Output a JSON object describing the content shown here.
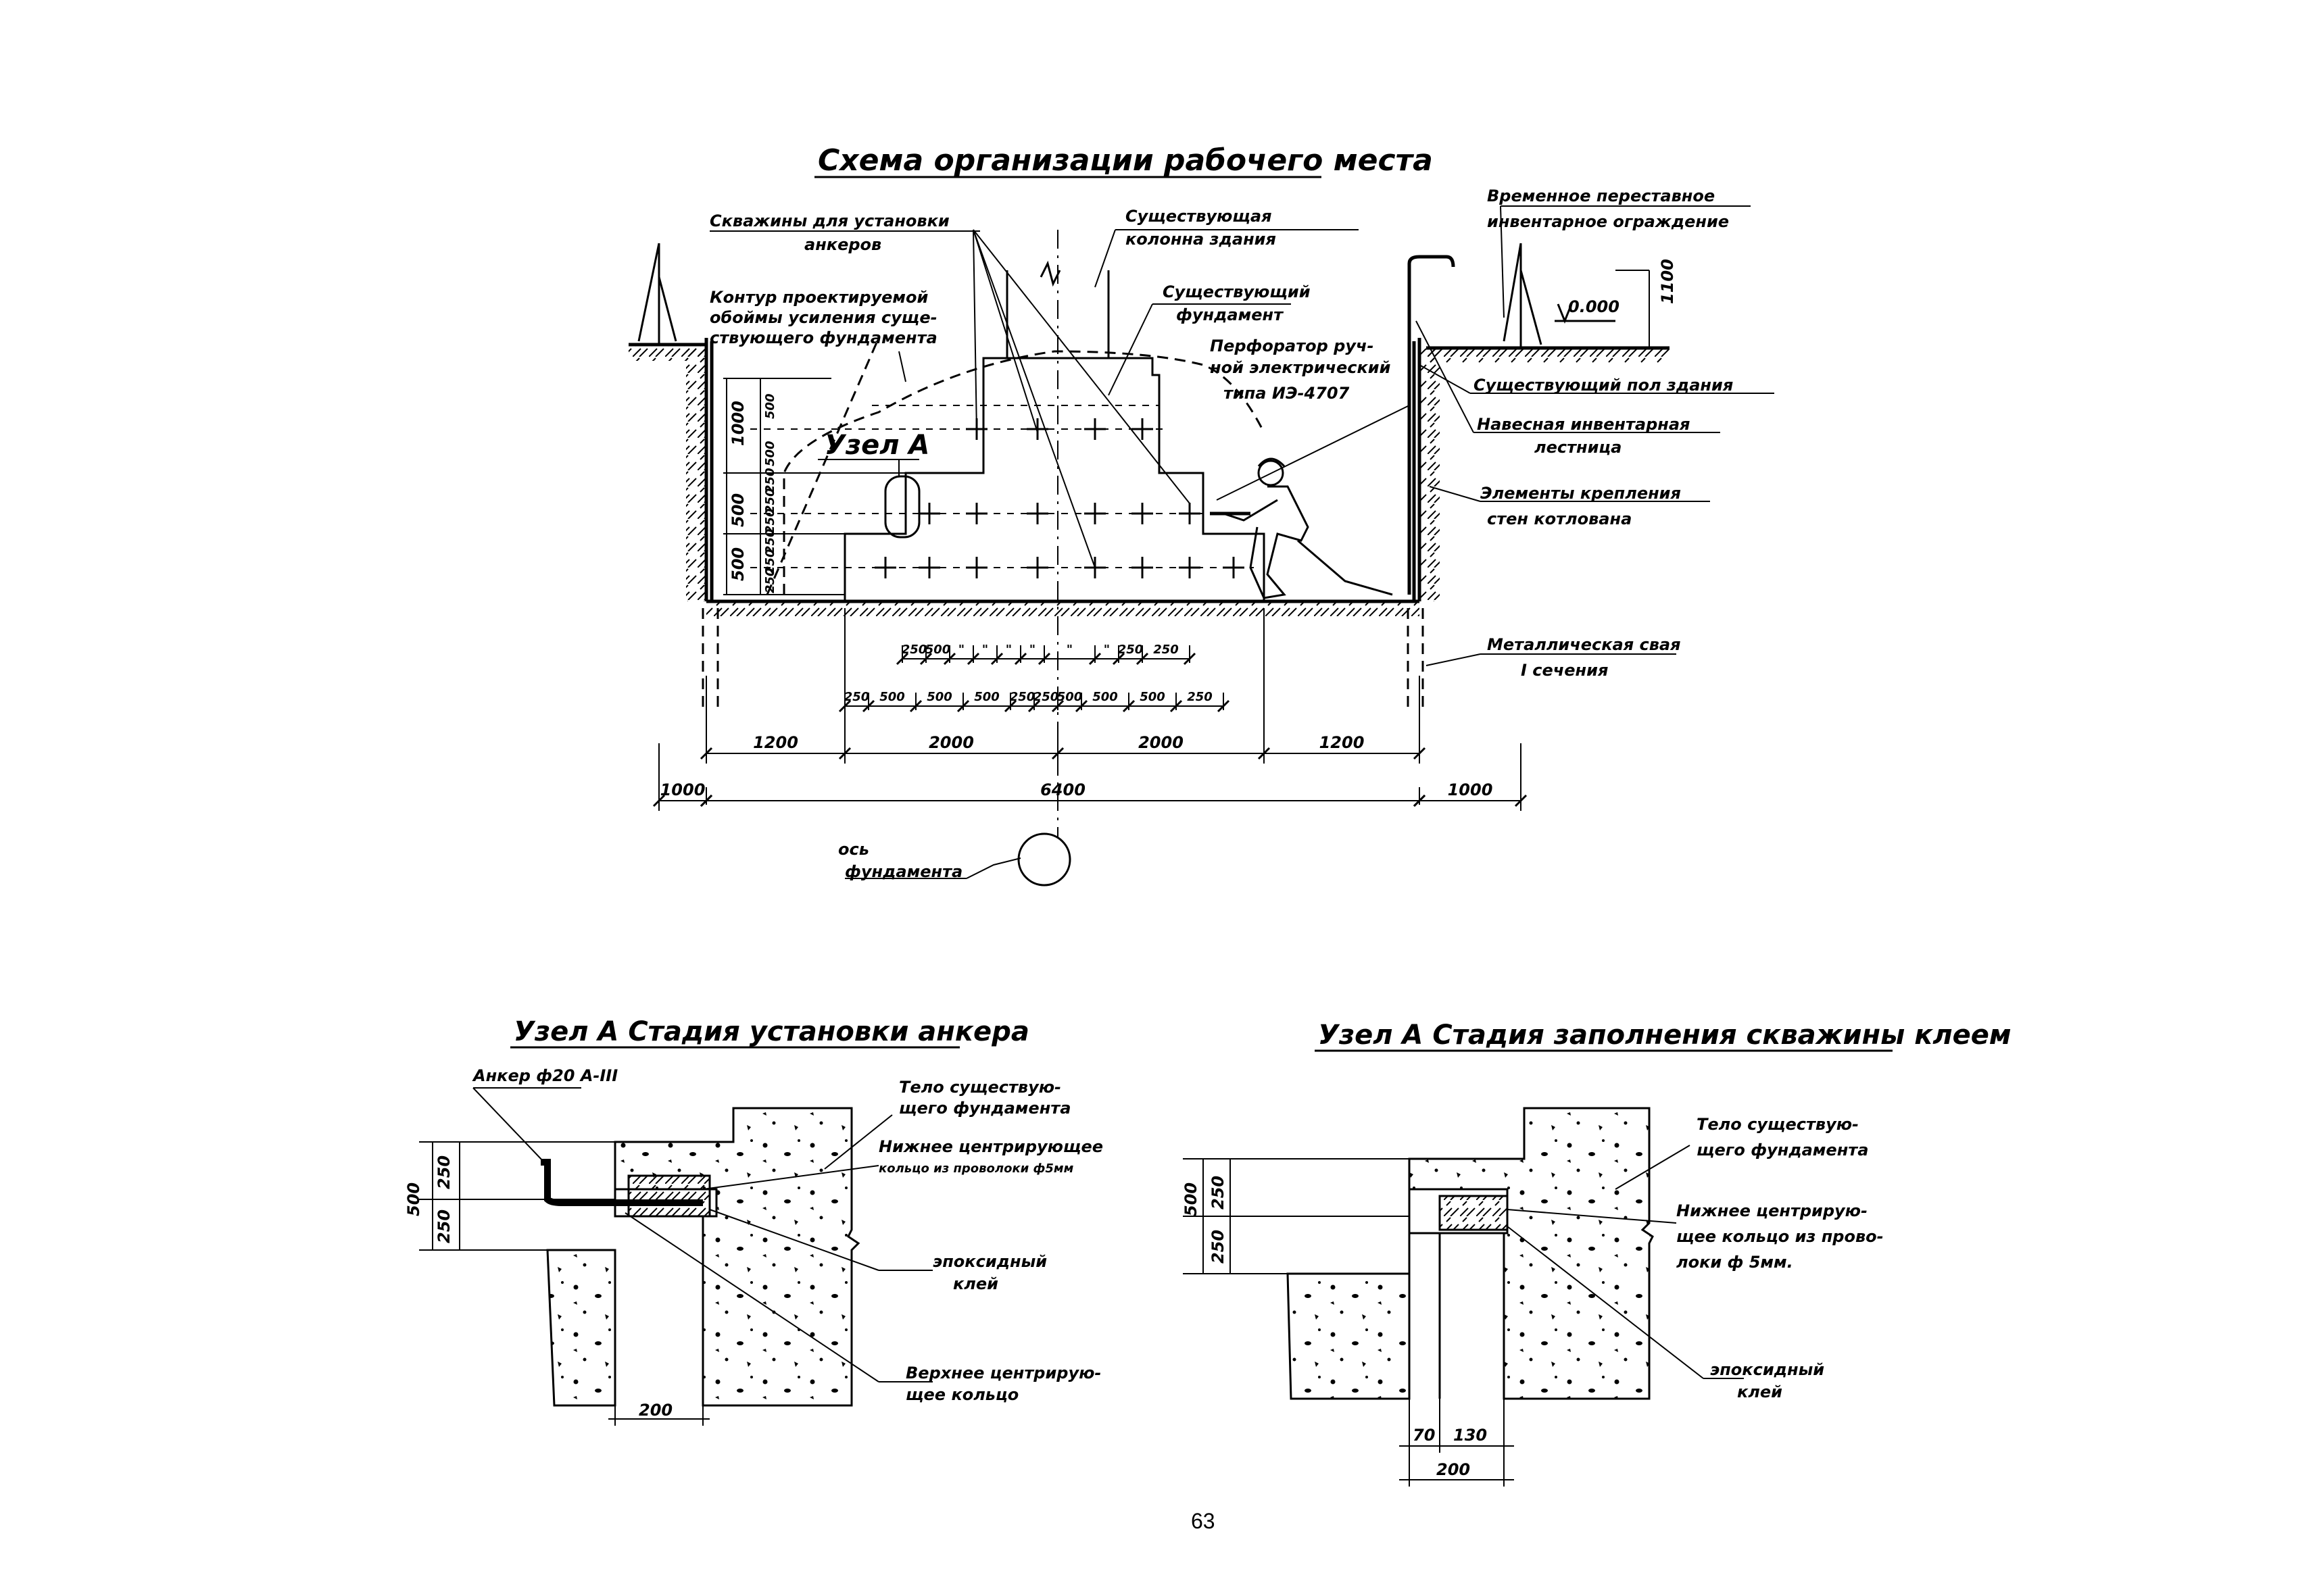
{
  "main": {
    "title": "Схема организации рабочего места",
    "labels": {
      "wells": [
        "Скважины для установки",
        "анкеров"
      ],
      "contour": [
        "Контур проектируемой",
        "обоймы усиления суще-",
        "ствующего фундамента"
      ],
      "column": [
        "Существующая",
        "колонна здания"
      ],
      "foundation": [
        "Существующий",
        "фундамент"
      ],
      "perforator": [
        "Перфоратор руч-",
        "ной электрический",
        "типа ИЭ-4707"
      ],
      "fence": [
        "Временное переставное",
        "инвентарное ограждение"
      ],
      "floor": "Существующий пол здания",
      "ladder": [
        "Навесная инвентарная",
        "лестница"
      ],
      "bracing": [
        "Элементы крепления",
        "стен котлована"
      ],
      "pile": [
        "Металлическая свая",
        "I сечения"
      ],
      "node_a": "Узел А",
      "axis": [
        "ось",
        "фундамента"
      ],
      "level": "0.000"
    },
    "dims": {
      "fence_height": "1100",
      "vertical": [
        "1000",
        "500",
        "500",
        "500",
        "500",
        "250",
        "250",
        "250",
        "250",
        "250",
        "250"
      ],
      "row1": [
        "250",
        "500",
        "\"",
        "\"",
        "\"",
        "\"",
        "\"",
        "\"",
        "250",
        "250"
      ],
      "row2": [
        "250",
        "500",
        "500",
        "500",
        "250",
        "250",
        "500",
        "500",
        "500",
        "250"
      ],
      "row3": [
        "1200",
        "2000",
        "2000",
        "1200"
      ],
      "left_offset": "1000",
      "total": "6400",
      "right_offset": "1000"
    }
  },
  "detail_left": {
    "title": "Узел А  Стадия установки анкера",
    "anchor": "Анкер ф20 А-III",
    "body": [
      "Тело существую-",
      "щего фундамента"
    ],
    "ring_lower": [
      "Нижнее центрирующее",
      "кольцо из проволоки ф5мм"
    ],
    "glue": [
      "эпоксидный",
      "клей"
    ],
    "ring_upper": [
      "Верхнее центрирую-",
      "щее кольцо"
    ],
    "dims": {
      "total": "500",
      "top": "250",
      "bottom": "250",
      "width": "200"
    }
  },
  "detail_right": {
    "title": "Узел А  Стадия заполнения скважины клеем",
    "body": [
      "Тело существую-",
      "щего фундамента"
    ],
    "ring_lower": [
      "Нижнее центрирую-",
      "щее кольцо из прово-",
      "локи ф 5мм."
    ],
    "glue": [
      "эпоксидный",
      "клей"
    ],
    "dims": {
      "total": "500",
      "top": "250",
      "bottom": "250",
      "w1": "70",
      "w2": "130",
      "width": "200"
    }
  },
  "page_number": "63"
}
